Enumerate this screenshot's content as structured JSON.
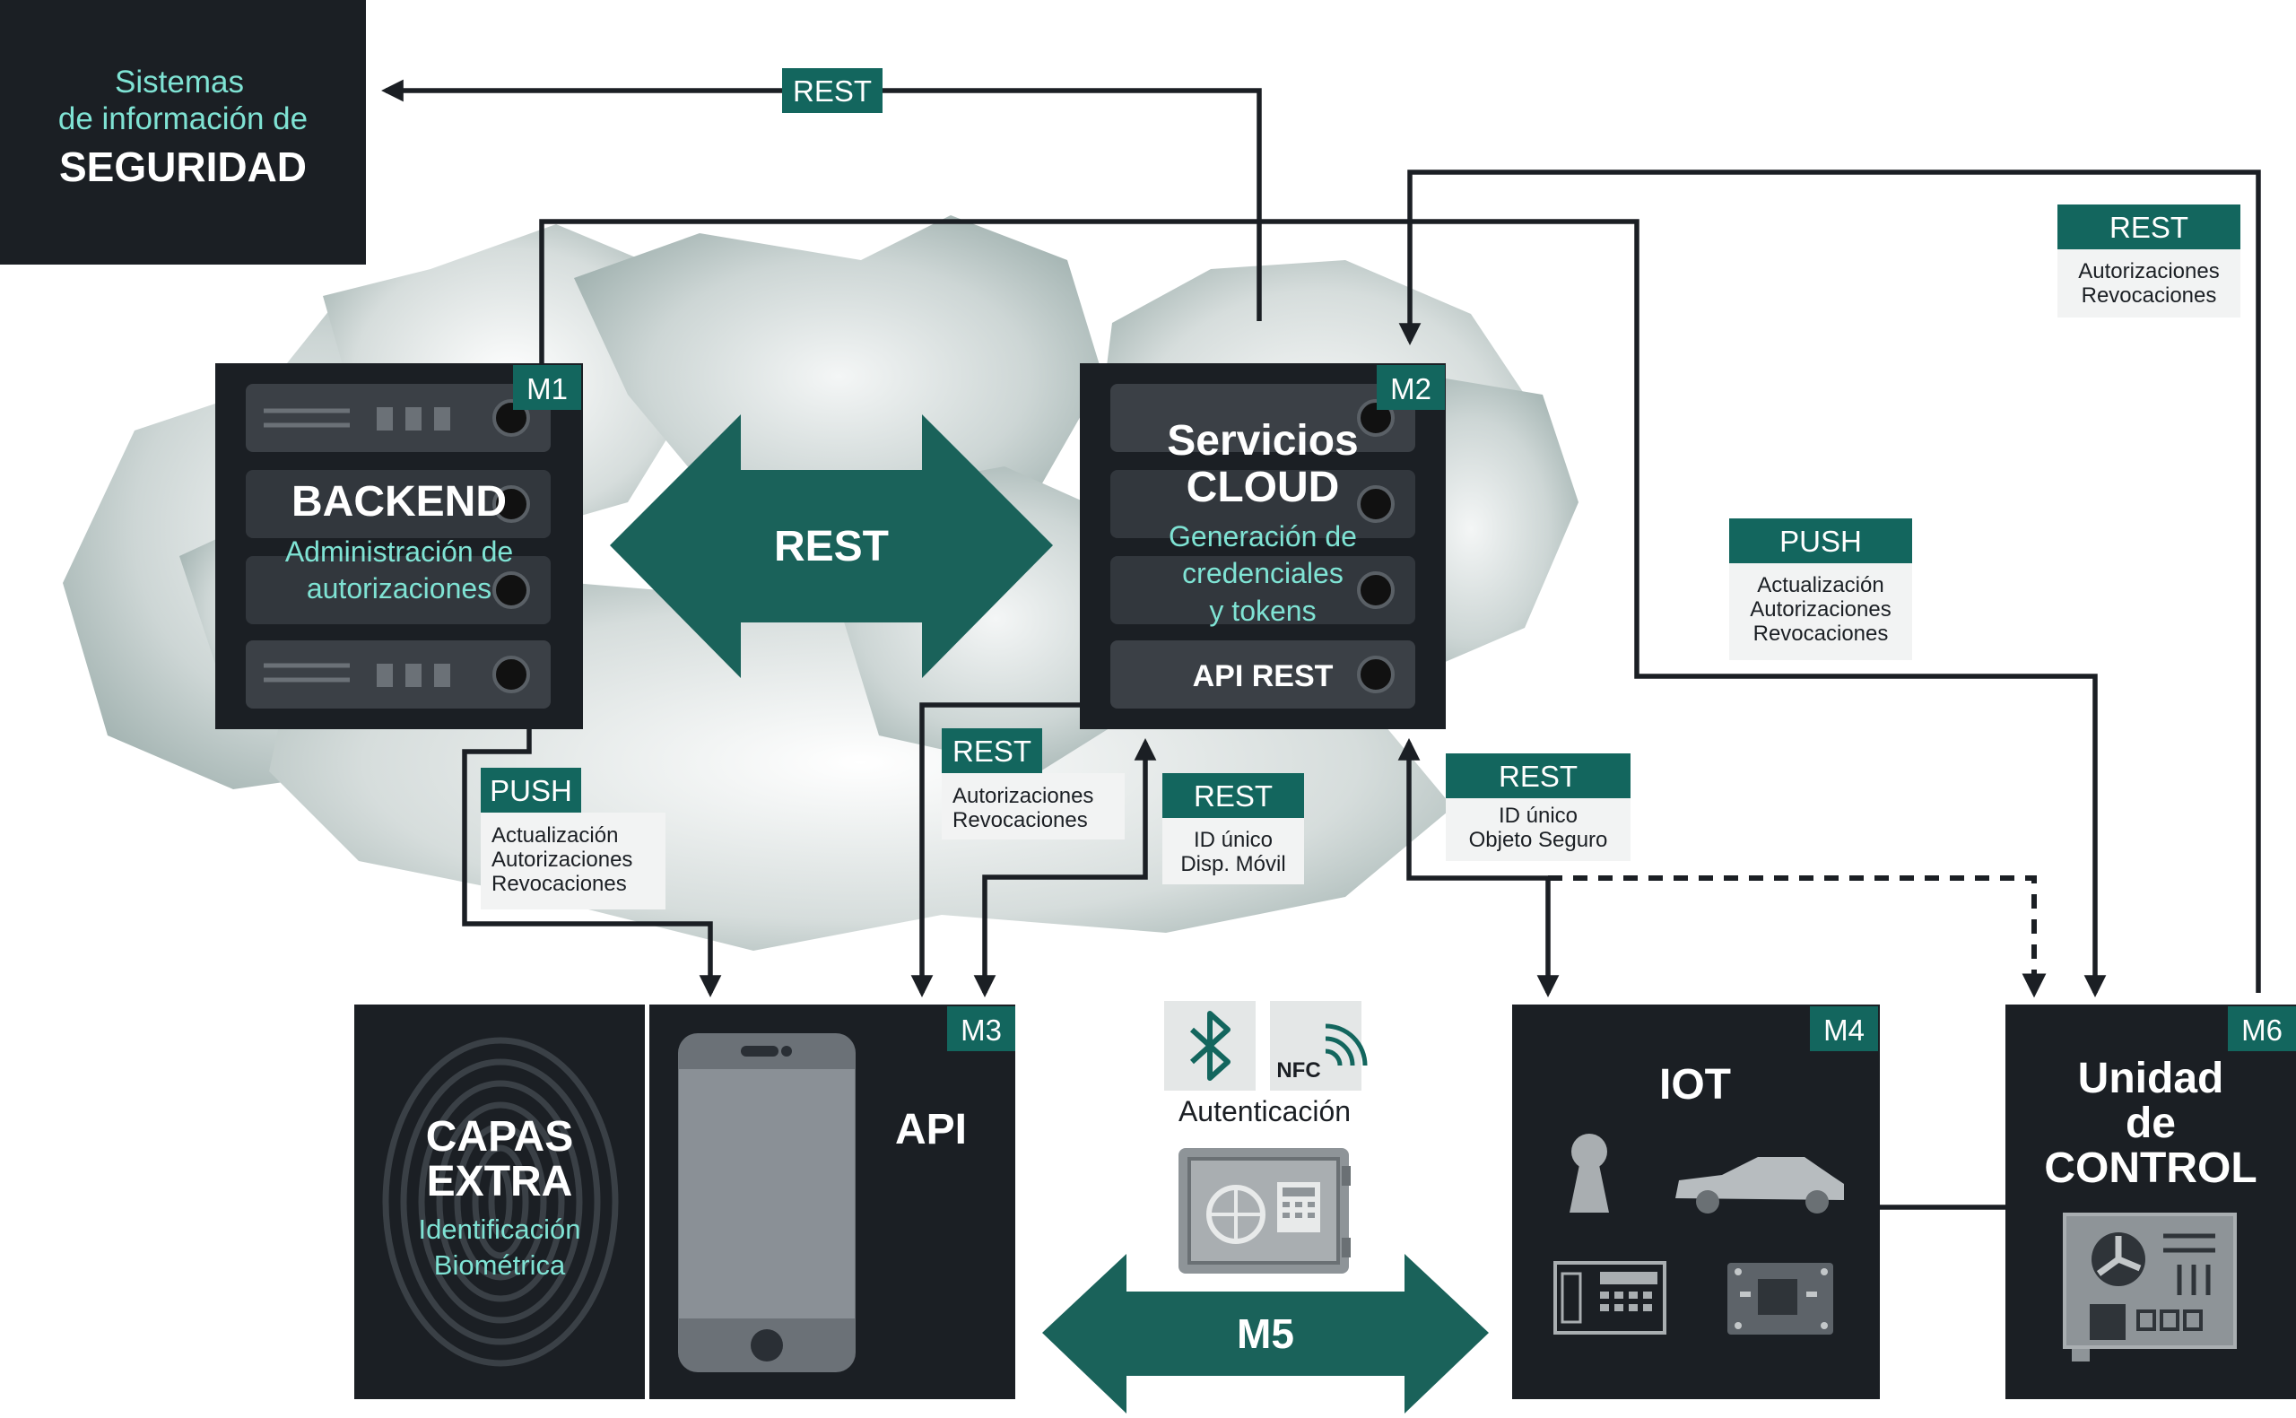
{
  "colors": {
    "dark": "#1b1f24",
    "teal": "#13665e",
    "accent_text": "#7fe3d4",
    "arrow": "#1b1f24",
    "cloud": "#b4c2c0",
    "label_bg": "#f2f3f3"
  },
  "corner_title": {
    "line1": "Sistemas",
    "line2": "de información de",
    "line3": "SEGURIDAD"
  },
  "modules": {
    "m1": {
      "tag": "M1",
      "title": "BACKEND",
      "sub1": "Administración de",
      "sub2": "autorizaciones"
    },
    "m2": {
      "tag": "M2",
      "title1": "Servicios",
      "title2": "CLOUD",
      "sub1": "Generación de",
      "sub2": "credenciales",
      "sub3": "y tokens",
      "api": "API REST"
    },
    "m3": {
      "tag": "M3",
      "title": "API"
    },
    "capas": {
      "title1": "CAPAS",
      "title2": "EXTRA",
      "sub1": "Identificación",
      "sub2": "Biométrica"
    },
    "m4": {
      "tag": "M4",
      "title": "IOT"
    },
    "m6": {
      "tag": "M6",
      "title1": "Unidad",
      "title2": "de",
      "title3": "CONTROL"
    },
    "m5": {
      "label": "M5"
    }
  },
  "center_arrow": {
    "label": "REST"
  },
  "auth": {
    "label": "Autenticación",
    "nfc": "NFC"
  },
  "labels": {
    "rest_top": "REST",
    "rest_right": {
      "head": "REST",
      "l1": "Autorizaciones",
      "l2": "Revocaciones"
    },
    "push_right": {
      "head": "PUSH",
      "l1": "Actualización",
      "l2": "Autorizaciones",
      "l3": "Revocaciones"
    },
    "push_left": {
      "head": "PUSH",
      "l1": "Actualización",
      "l2": "Autorizaciones",
      "l3": "Revocaciones"
    },
    "rest_auth": {
      "head": "REST",
      "l1": "Autorizaciones",
      "l2": "Revocaciones"
    },
    "rest_mobile": {
      "head": "REST",
      "l1": "ID único",
      "l2": "Disp. Móvil"
    },
    "rest_object": {
      "head": "REST",
      "l1": "ID único",
      "l2": "Objeto Seguro"
    }
  },
  "icons": {
    "bluetooth": "bluetooth-icon",
    "nfc": "nfc-icon",
    "safe": "safe-icon",
    "fingerprint": "fingerprint-icon",
    "phone": "smartphone-icon",
    "keyhole": "keyhole-icon",
    "car": "car-icon",
    "alarm": "alarm-panel-icon",
    "circuit": "circuit-board-icon",
    "controller": "control-board-icon"
  }
}
